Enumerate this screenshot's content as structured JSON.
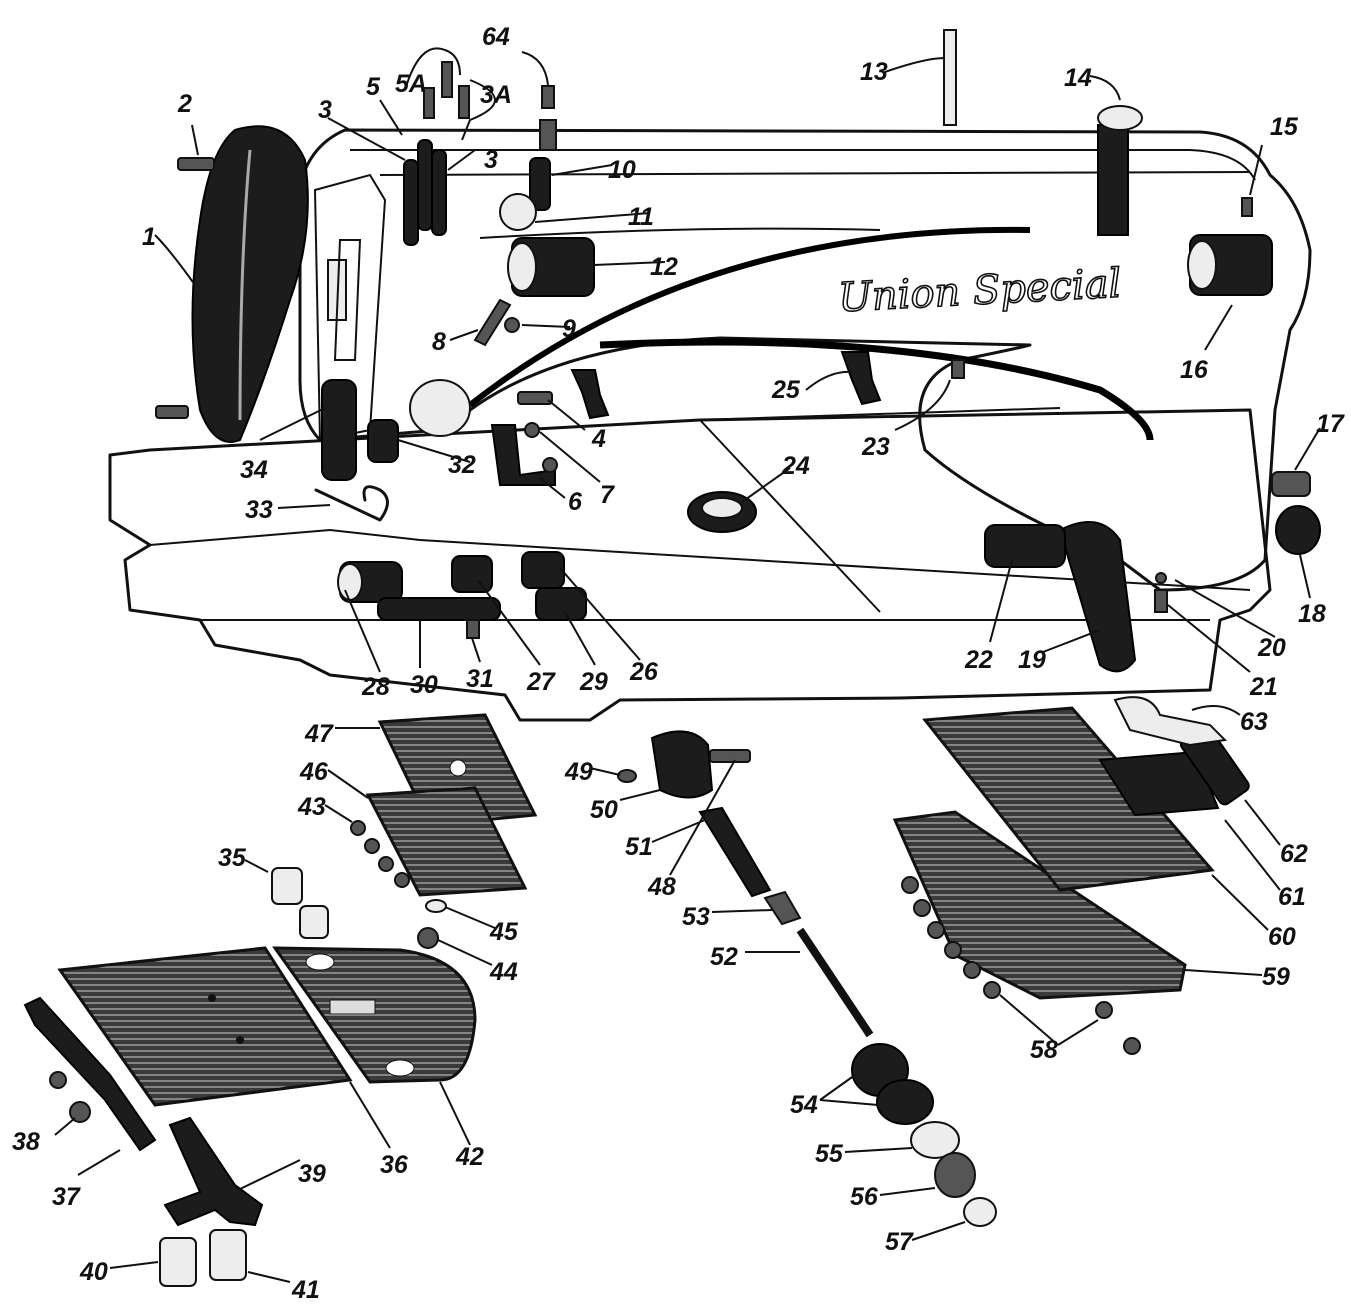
{
  "diagram": {
    "brand_logo_text": "Union Special",
    "part_labels": [
      {
        "id": "1"
      },
      {
        "id": "2"
      },
      {
        "id": "3"
      },
      {
        "id": "3"
      },
      {
        "id": "3A"
      },
      {
        "id": "4"
      },
      {
        "id": "5"
      },
      {
        "id": "5A"
      },
      {
        "id": "6"
      },
      {
        "id": "7"
      },
      {
        "id": "8"
      },
      {
        "id": "9"
      },
      {
        "id": "10"
      },
      {
        "id": "11"
      },
      {
        "id": "12"
      },
      {
        "id": "13"
      },
      {
        "id": "14"
      },
      {
        "id": "15"
      },
      {
        "id": "16"
      },
      {
        "id": "17"
      },
      {
        "id": "18"
      },
      {
        "id": "19"
      },
      {
        "id": "20"
      },
      {
        "id": "21"
      },
      {
        "id": "22"
      },
      {
        "id": "23"
      },
      {
        "id": "24"
      },
      {
        "id": "25"
      },
      {
        "id": "26"
      },
      {
        "id": "27"
      },
      {
        "id": "28"
      },
      {
        "id": "29"
      },
      {
        "id": "30"
      },
      {
        "id": "31"
      },
      {
        "id": "32"
      },
      {
        "id": "33"
      },
      {
        "id": "34"
      },
      {
        "id": "35"
      },
      {
        "id": "36"
      },
      {
        "id": "37"
      },
      {
        "id": "38"
      },
      {
        "id": "39"
      },
      {
        "id": "40"
      },
      {
        "id": "41"
      },
      {
        "id": "42"
      },
      {
        "id": "43"
      },
      {
        "id": "44"
      },
      {
        "id": "45"
      },
      {
        "id": "46"
      },
      {
        "id": "47"
      },
      {
        "id": "48"
      },
      {
        "id": "49"
      },
      {
        "id": "50"
      },
      {
        "id": "51"
      },
      {
        "id": "52"
      },
      {
        "id": "53"
      },
      {
        "id": "54"
      },
      {
        "id": "55"
      },
      {
        "id": "56"
      },
      {
        "id": "57"
      },
      {
        "id": "58"
      },
      {
        "id": "59"
      },
      {
        "id": "60"
      },
      {
        "id": "61"
      },
      {
        "id": "62"
      },
      {
        "id": "63"
      },
      {
        "id": "64"
      }
    ]
  }
}
